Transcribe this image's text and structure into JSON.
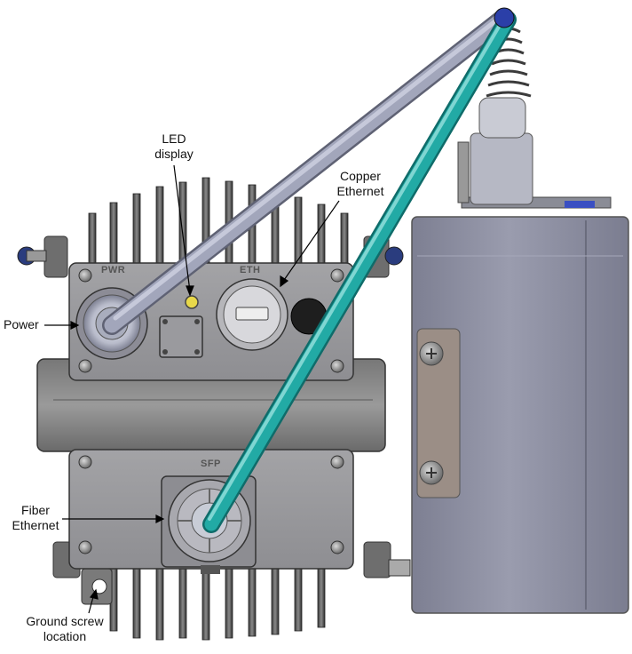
{
  "callouts": {
    "led_line1": "LED",
    "led_line2": "display",
    "copper_line1": "Copper",
    "copper_line2": "Ethernet",
    "power": "Power",
    "fiber_line1": "Fiber",
    "fiber_line2": "Ethernet",
    "ground_line1": "Ground screw",
    "ground_line2": "location"
  },
  "panel_labels": {
    "pwr": "PWR",
    "eth": "ETH",
    "sfp": "SFP"
  },
  "colors": {
    "fiber_cable": "#1fa8a3",
    "power_cable": "#9fa3b8",
    "housing": "#a9a9ad",
    "side_box": "#8e90a3",
    "led": "#e8d84a"
  }
}
